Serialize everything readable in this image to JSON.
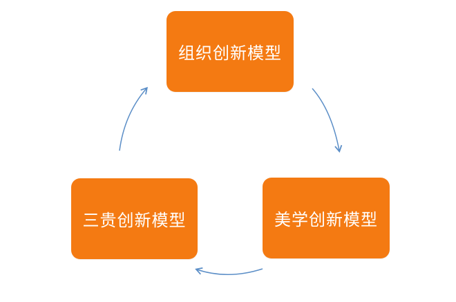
{
  "top_caption": "",
  "colors": {
    "node_fill": "#f47a12",
    "node_text": "#ffffff",
    "arrow": "#5b8ec7"
  },
  "nodes": {
    "top": {
      "label": "组织创新模型"
    },
    "right": {
      "label": "美学创新模型"
    },
    "left": {
      "label": "三贵创新模型"
    }
  }
}
